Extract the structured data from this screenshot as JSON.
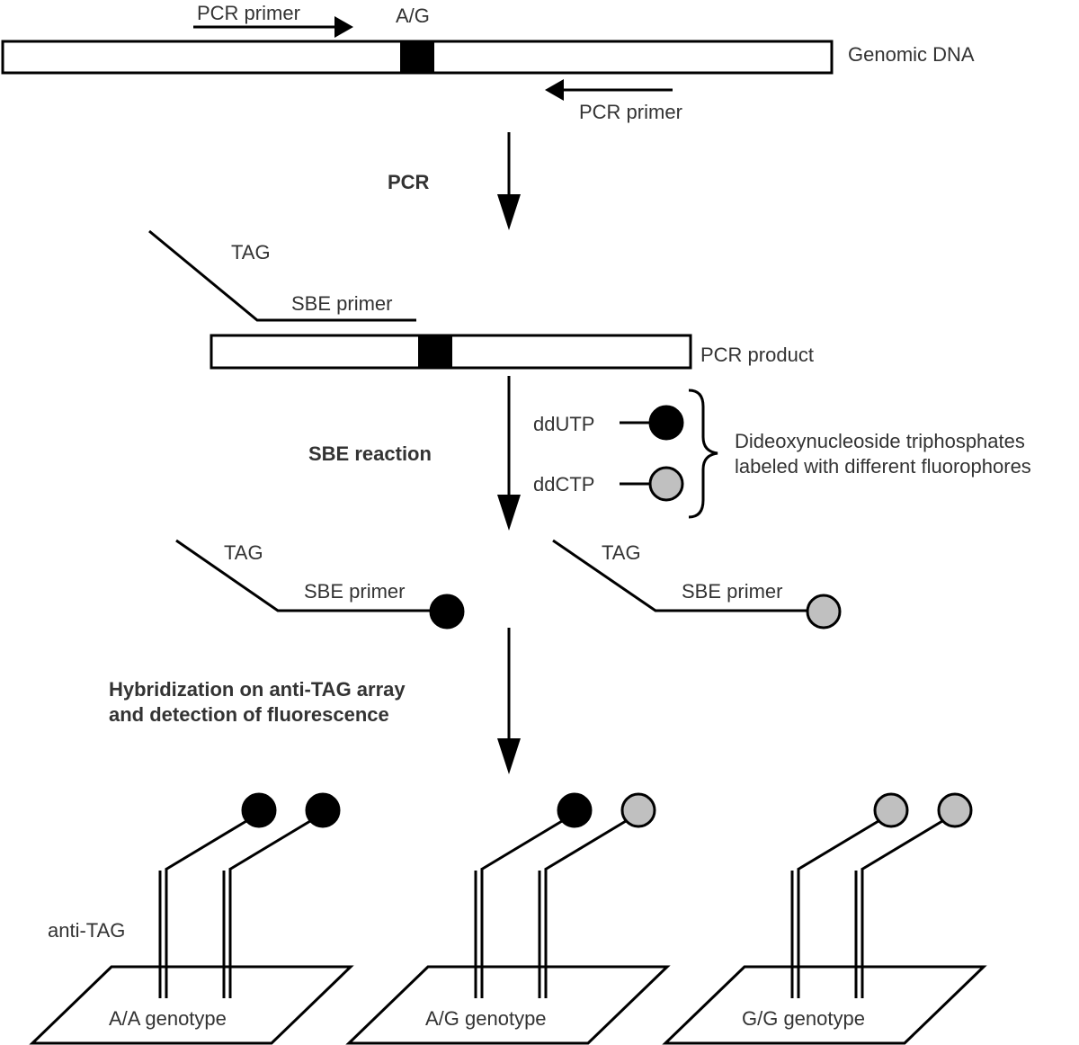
{
  "labels": {
    "pcr_primer_forward": "PCR primer",
    "snp": "A/G",
    "genomic_dna": "Genomic DNA",
    "pcr_primer_reverse": "PCR primer",
    "step_pcr": "PCR",
    "tag_top": "TAG",
    "sbe_primer_top": "SBE primer",
    "pcr_product": "PCR product",
    "step_sbe": "SBE reaction",
    "ddutp": "ddUTP",
    "ddctp": "ddCTP",
    "ddntp_line1": "Dideoxynucleoside triphosphates",
    "ddntp_line2": "labeled with different fluorophores",
    "tag_left": "TAG",
    "sbe_primer_left": "SBE primer",
    "tag_right": "TAG",
    "sbe_primer_right": "SBE primer",
    "step_hyb_line1": "Hybridization on anti-TAG array",
    "step_hyb_line2": "and detection of fluorescence",
    "anti_tag": "anti-TAG",
    "genotype_aa": "A/A genotype",
    "genotype_ag": "A/G genotype",
    "genotype_gg": "G/G genotype"
  },
  "colors": {
    "line": "#000000",
    "text": "#333333",
    "ddutp_fluor": "#000000",
    "ddctp_fluor": "#c0c0c0"
  }
}
